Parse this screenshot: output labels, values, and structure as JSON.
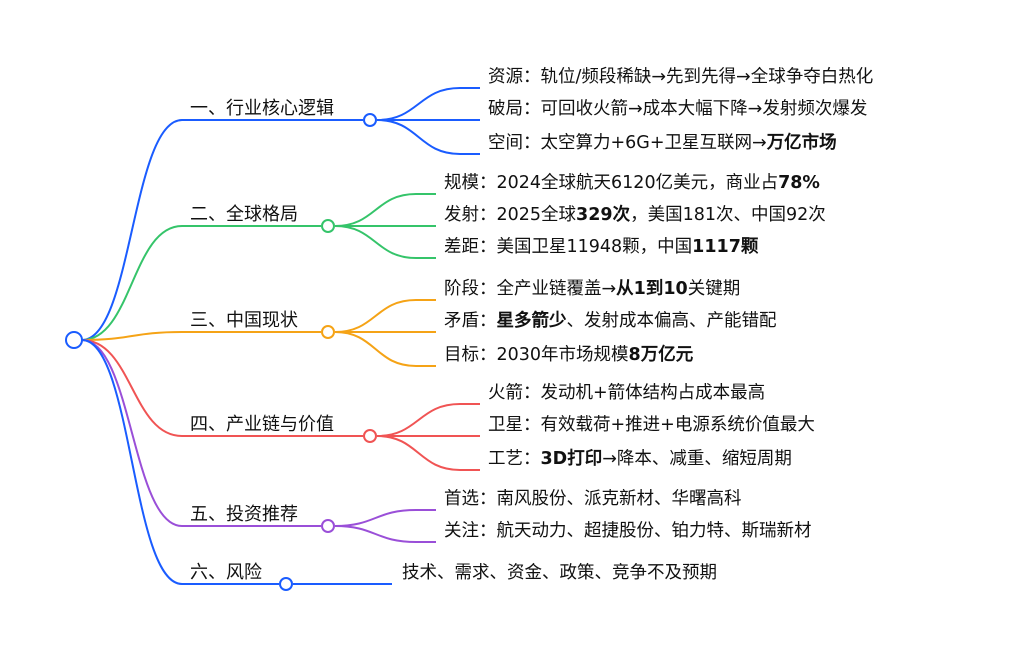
{
  "mindmap": {
    "branches": [
      {
        "label": "一、行业核心逻辑",
        "color": "#1a5cff",
        "leaves": [
          {
            "parts": [
              {
                "t": "资源：轨位/频段稀缺→先到先得→全球争夺白热化"
              }
            ]
          },
          {
            "parts": [
              {
                "t": "破局：可回收火箭→成本大幅下降→发射频次爆发"
              }
            ]
          },
          {
            "parts": [
              {
                "t": "空间：太空算力+6G+卫星互联网→"
              },
              {
                "t": "万亿市场",
                "b": true
              }
            ]
          }
        ]
      },
      {
        "label": "二、全球格局",
        "color": "#35c46a",
        "leaves": [
          {
            "parts": [
              {
                "t": "规模：2024全球航天6120亿美元，商业占"
              },
              {
                "t": "78%",
                "b": true
              }
            ]
          },
          {
            "parts": [
              {
                "t": "发射：2025全球"
              },
              {
                "t": "329次",
                "b": true
              },
              {
                "t": "，美国181次、中国92次"
              }
            ]
          },
          {
            "parts": [
              {
                "t": "差距：美国卫星11948颗，中国"
              },
              {
                "t": "1117颗",
                "b": true
              }
            ]
          }
        ]
      },
      {
        "label": "三、中国现状",
        "color": "#f5a316",
        "leaves": [
          {
            "parts": [
              {
                "t": "阶段：全产业链覆盖→"
              },
              {
                "t": "从1到10",
                "b": true
              },
              {
                "t": "关键期"
              }
            ]
          },
          {
            "parts": [
              {
                "t": "矛盾："
              },
              {
                "t": "星多箭少",
                "b": true
              },
              {
                "t": "、发射成本偏高、产能错配"
              }
            ]
          },
          {
            "parts": [
              {
                "t": "目标：2030年市场规模"
              },
              {
                "t": "8万亿元",
                "b": true
              }
            ]
          }
        ]
      },
      {
        "label": "四、产业链与价值",
        "color": "#f05454",
        "leaves": [
          {
            "parts": [
              {
                "t": "火箭：发动机+箭体结构占成本最高"
              }
            ]
          },
          {
            "parts": [
              {
                "t": "卫星：有效载荷+推进+电源系统价值最大"
              }
            ]
          },
          {
            "parts": [
              {
                "t": "工艺："
              },
              {
                "t": "3D打印",
                "b": true
              },
              {
                "t": "→降本、减重、缩短周期"
              }
            ]
          }
        ]
      },
      {
        "label": "五、投资推荐",
        "color": "#9a4fd8",
        "leaves": [
          {
            "parts": [
              {
                "t": "首选：南风股份、派克新材、华曙高科"
              }
            ]
          },
          {
            "parts": [
              {
                "t": "关注：航天动力、超捷股份、铂力特、斯瑞新材"
              }
            ]
          }
        ]
      },
      {
        "label": "六、风险",
        "color": "#1a5cff",
        "leaves": [
          {
            "parts": [
              {
                "t": "技术、需求、资金、政策、竞争不及预期"
              }
            ]
          }
        ]
      }
    ]
  }
}
